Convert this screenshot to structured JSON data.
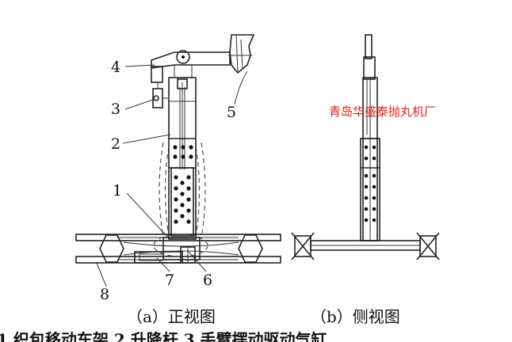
{
  "watermark": "青岛华盛泰抛丸机厂",
  "callouts": [
    "1",
    "2",
    "3",
    "4",
    "5",
    "6",
    "7",
    "8"
  ],
  "captions": {
    "front": "（a）正视图",
    "side": "（b）侧视图"
  },
  "legend_partial": "1  织包移动车架 2  升降杆 3  手臂摆动驱动气缸"
}
